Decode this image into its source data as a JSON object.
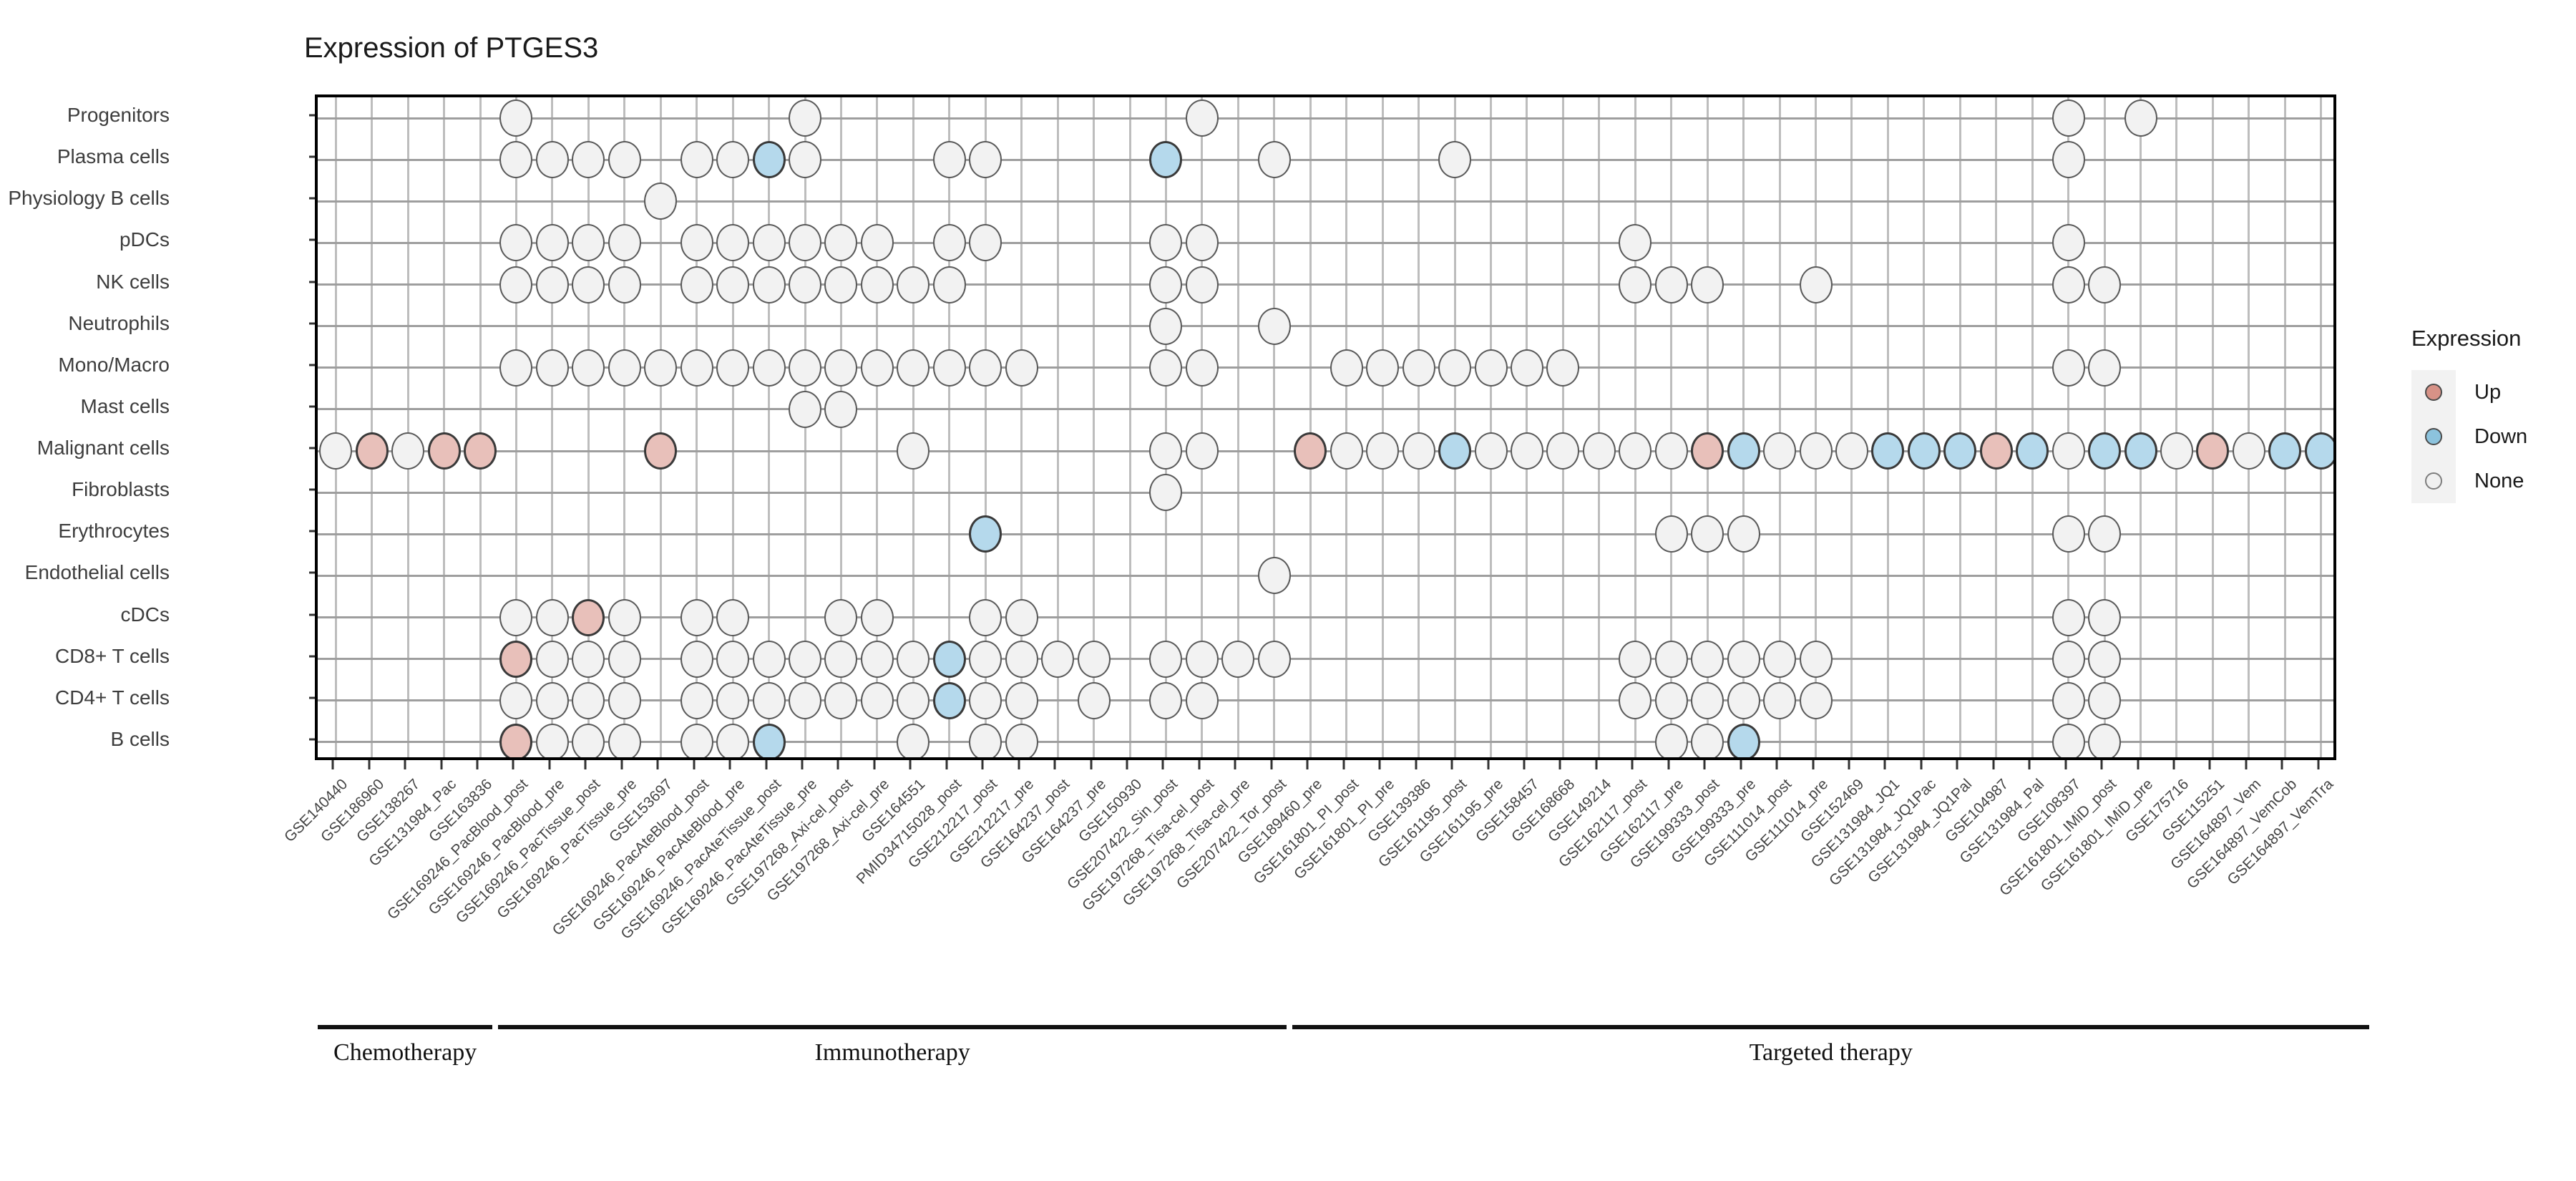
{
  "title": "Expression of PTGES3",
  "legend": {
    "title": "Expression",
    "items": [
      {
        "label": "Up",
        "color": "#d79287"
      },
      {
        "label": "Down",
        "color": "#8cc3dd"
      },
      {
        "label": "None",
        "color": "#f0f0f0"
      }
    ]
  },
  "groups": [
    {
      "label": "Chemotherapy",
      "start": 0,
      "end": 4
    },
    {
      "label": "Immunotherapy",
      "start": 5,
      "end": 26
    },
    {
      "label": "Targeted therapy",
      "start": 27,
      "end": 56
    }
  ],
  "chart_data": {
    "type": "heatmap",
    "title": "Expression of PTGES3",
    "xlabel": "",
    "ylabel": "",
    "grid": true,
    "legend_position": "right",
    "value_levels": [
      "Up",
      "Down",
      "None"
    ],
    "rows": [
      "Progenitors",
      "Plasma cells",
      "Physiology B cells",
      "pDCs",
      "NK cells",
      "Neutrophils",
      "Mono/Macro",
      "Mast cells",
      "Malignant cells",
      "Fibroblasts",
      "Erythrocytes",
      "Endothelial cells",
      "cDCs",
      "CD8+ T cells",
      "CD4+ T cells",
      "B cells"
    ],
    "columns": [
      "GSE140440",
      "GSE186960",
      "GSE138267",
      "GSE131984_Pac",
      "GSE163836",
      "GSE169246_PacBlood_post",
      "GSE169246_PacBlood_pre",
      "GSE169246_PacTissue_post",
      "GSE169246_PacTissue_pre",
      "GSE153697",
      "GSE169246_PacAteBlood_post",
      "GSE169246_PacAteBlood_pre",
      "GSE169246_PacAteTissue_post",
      "GSE169246_PacAteTissue_pre",
      "GSE197268_Axi-cel_post",
      "GSE197268_Axi-cel_pre",
      "GSE164551",
      "PMID34715028_post",
      "GSE212217_post",
      "GSE212217_pre",
      "GSE164237_post",
      "GSE164237_pre",
      "GSE150930",
      "GSE207422_Sin_post",
      "GSE197268_Tisa-cel_post",
      "GSE197268_Tisa-cel_pre",
      "GSE207422_Tor_post",
      "GSE189460_pre",
      "GSE161801_PI_post",
      "GSE161801_PI_pre",
      "GSE139386",
      "GSE161195_post",
      "GSE161195_pre",
      "GSE158457",
      "GSE168668",
      "GSE149214",
      "GSE162117_post",
      "GSE162117_pre",
      "GSE199333_post",
      "GSE199333_pre",
      "GSE111014_post",
      "GSE111014_pre",
      "GSE152469",
      "GSE131984_JQ1",
      "GSE131984_JQ1Pac",
      "GSE131984_JQ1Pal",
      "GSE104987",
      "GSE131984_Pal",
      "GSE108397",
      "GSE161801_IMiD_post",
      "GSE161801_IMiD_pre",
      "GSE175716",
      "GSE115251",
      "GSE164897_Vem",
      "GSE164897_VemCob",
      "GSE164897_VemTra"
    ],
    "cells": [
      {
        "row": 0,
        "col": 5,
        "value": "None"
      },
      {
        "row": 0,
        "col": 13,
        "value": "None"
      },
      {
        "row": 0,
        "col": 24,
        "value": "None"
      },
      {
        "row": 0,
        "col": 48,
        "value": "None"
      },
      {
        "row": 0,
        "col": 50,
        "value": "None"
      },
      {
        "row": 1,
        "col": 5,
        "value": "None"
      },
      {
        "row": 1,
        "col": 6,
        "value": "None"
      },
      {
        "row": 1,
        "col": 7,
        "value": "None"
      },
      {
        "row": 1,
        "col": 8,
        "value": "None"
      },
      {
        "row": 1,
        "col": 10,
        "value": "None"
      },
      {
        "row": 1,
        "col": 11,
        "value": "None"
      },
      {
        "row": 1,
        "col": 12,
        "value": "Down"
      },
      {
        "row": 1,
        "col": 13,
        "value": "None"
      },
      {
        "row": 1,
        "col": 17,
        "value": "None"
      },
      {
        "row": 1,
        "col": 18,
        "value": "None"
      },
      {
        "row": 1,
        "col": 23,
        "value": "Down"
      },
      {
        "row": 1,
        "col": 26,
        "value": "None"
      },
      {
        "row": 1,
        "col": 31,
        "value": "None"
      },
      {
        "row": 1,
        "col": 48,
        "value": "None"
      },
      {
        "row": 2,
        "col": 9,
        "value": "None"
      },
      {
        "row": 3,
        "col": 5,
        "value": "None"
      },
      {
        "row": 3,
        "col": 6,
        "value": "None"
      },
      {
        "row": 3,
        "col": 7,
        "value": "None"
      },
      {
        "row": 3,
        "col": 8,
        "value": "None"
      },
      {
        "row": 3,
        "col": 10,
        "value": "None"
      },
      {
        "row": 3,
        "col": 11,
        "value": "None"
      },
      {
        "row": 3,
        "col": 12,
        "value": "None"
      },
      {
        "row": 3,
        "col": 13,
        "value": "None"
      },
      {
        "row": 3,
        "col": 14,
        "value": "None"
      },
      {
        "row": 3,
        "col": 15,
        "value": "None"
      },
      {
        "row": 3,
        "col": 17,
        "value": "None"
      },
      {
        "row": 3,
        "col": 18,
        "value": "None"
      },
      {
        "row": 3,
        "col": 23,
        "value": "None"
      },
      {
        "row": 3,
        "col": 24,
        "value": "None"
      },
      {
        "row": 3,
        "col": 36,
        "value": "None"
      },
      {
        "row": 3,
        "col": 48,
        "value": "None"
      },
      {
        "row": 4,
        "col": 5,
        "value": "None"
      },
      {
        "row": 4,
        "col": 6,
        "value": "None"
      },
      {
        "row": 4,
        "col": 7,
        "value": "None"
      },
      {
        "row": 4,
        "col": 8,
        "value": "None"
      },
      {
        "row": 4,
        "col": 10,
        "value": "None"
      },
      {
        "row": 4,
        "col": 11,
        "value": "None"
      },
      {
        "row": 4,
        "col": 12,
        "value": "None"
      },
      {
        "row": 4,
        "col": 13,
        "value": "None"
      },
      {
        "row": 4,
        "col": 14,
        "value": "None"
      },
      {
        "row": 4,
        "col": 15,
        "value": "None"
      },
      {
        "row": 4,
        "col": 16,
        "value": "None"
      },
      {
        "row": 4,
        "col": 17,
        "value": "None"
      },
      {
        "row": 4,
        "col": 23,
        "value": "None"
      },
      {
        "row": 4,
        "col": 24,
        "value": "None"
      },
      {
        "row": 4,
        "col": 36,
        "value": "None"
      },
      {
        "row": 4,
        "col": 37,
        "value": "None"
      },
      {
        "row": 4,
        "col": 38,
        "value": "None"
      },
      {
        "row": 4,
        "col": 41,
        "value": "None"
      },
      {
        "row": 4,
        "col": 48,
        "value": "None"
      },
      {
        "row": 4,
        "col": 49,
        "value": "None"
      },
      {
        "row": 5,
        "col": 23,
        "value": "None"
      },
      {
        "row": 5,
        "col": 26,
        "value": "None"
      },
      {
        "row": 6,
        "col": 5,
        "value": "None"
      },
      {
        "row": 6,
        "col": 6,
        "value": "None"
      },
      {
        "row": 6,
        "col": 7,
        "value": "None"
      },
      {
        "row": 6,
        "col": 8,
        "value": "None"
      },
      {
        "row": 6,
        "col": 9,
        "value": "None"
      },
      {
        "row": 6,
        "col": 10,
        "value": "None"
      },
      {
        "row": 6,
        "col": 11,
        "value": "None"
      },
      {
        "row": 6,
        "col": 12,
        "value": "None"
      },
      {
        "row": 6,
        "col": 13,
        "value": "None"
      },
      {
        "row": 6,
        "col": 14,
        "value": "None"
      },
      {
        "row": 6,
        "col": 15,
        "value": "None"
      },
      {
        "row": 6,
        "col": 16,
        "value": "None"
      },
      {
        "row": 6,
        "col": 17,
        "value": "None"
      },
      {
        "row": 6,
        "col": 18,
        "value": "None"
      },
      {
        "row": 6,
        "col": 19,
        "value": "None"
      },
      {
        "row": 6,
        "col": 23,
        "value": "None"
      },
      {
        "row": 6,
        "col": 24,
        "value": "None"
      },
      {
        "row": 6,
        "col": 28,
        "value": "None"
      },
      {
        "row": 6,
        "col": 29,
        "value": "None"
      },
      {
        "row": 6,
        "col": 30,
        "value": "None"
      },
      {
        "row": 6,
        "col": 31,
        "value": "None"
      },
      {
        "row": 6,
        "col": 32,
        "value": "None"
      },
      {
        "row": 6,
        "col": 33,
        "value": "None"
      },
      {
        "row": 6,
        "col": 34,
        "value": "None"
      },
      {
        "row": 6,
        "col": 48,
        "value": "None"
      },
      {
        "row": 6,
        "col": 49,
        "value": "None"
      },
      {
        "row": 7,
        "col": 13,
        "value": "None"
      },
      {
        "row": 7,
        "col": 14,
        "value": "None"
      },
      {
        "row": 8,
        "col": 0,
        "value": "None"
      },
      {
        "row": 8,
        "col": 1,
        "value": "Up"
      },
      {
        "row": 8,
        "col": 2,
        "value": "None"
      },
      {
        "row": 8,
        "col": 3,
        "value": "Up"
      },
      {
        "row": 8,
        "col": 4,
        "value": "Up"
      },
      {
        "row": 8,
        "col": 9,
        "value": "Up"
      },
      {
        "row": 8,
        "col": 16,
        "value": "None"
      },
      {
        "row": 8,
        "col": 23,
        "value": "None"
      },
      {
        "row": 8,
        "col": 24,
        "value": "None"
      },
      {
        "row": 8,
        "col": 27,
        "value": "Up"
      },
      {
        "row": 8,
        "col": 28,
        "value": "None"
      },
      {
        "row": 8,
        "col": 29,
        "value": "None"
      },
      {
        "row": 8,
        "col": 30,
        "value": "None"
      },
      {
        "row": 8,
        "col": 31,
        "value": "Down"
      },
      {
        "row": 8,
        "col": 32,
        "value": "None"
      },
      {
        "row": 8,
        "col": 33,
        "value": "None"
      },
      {
        "row": 8,
        "col": 34,
        "value": "None"
      },
      {
        "row": 8,
        "col": 35,
        "value": "None"
      },
      {
        "row": 8,
        "col": 36,
        "value": "None"
      },
      {
        "row": 8,
        "col": 37,
        "value": "None"
      },
      {
        "row": 8,
        "col": 38,
        "value": "Up"
      },
      {
        "row": 8,
        "col": 39,
        "value": "Down"
      },
      {
        "row": 8,
        "col": 40,
        "value": "None"
      },
      {
        "row": 8,
        "col": 41,
        "value": "None"
      },
      {
        "row": 8,
        "col": 42,
        "value": "None"
      },
      {
        "row": 8,
        "col": 43,
        "value": "Down"
      },
      {
        "row": 8,
        "col": 44,
        "value": "Down"
      },
      {
        "row": 8,
        "col": 45,
        "value": "Down"
      },
      {
        "row": 8,
        "col": 46,
        "value": "Up"
      },
      {
        "row": 8,
        "col": 47,
        "value": "Down"
      },
      {
        "row": 8,
        "col": 48,
        "value": "None"
      },
      {
        "row": 8,
        "col": 49,
        "value": "Down"
      },
      {
        "row": 8,
        "col": 50,
        "value": "Down"
      },
      {
        "row": 8,
        "col": 51,
        "value": "None"
      },
      {
        "row": 8,
        "col": 52,
        "value": "Up"
      },
      {
        "row": 8,
        "col": 53,
        "value": "None"
      },
      {
        "row": 8,
        "col": 54,
        "value": "Down"
      },
      {
        "row": 8,
        "col": 55,
        "value": "Down"
      },
      {
        "row": 9,
        "col": 23,
        "value": "None"
      },
      {
        "row": 10,
        "col": 18,
        "value": "Down"
      },
      {
        "row": 10,
        "col": 37,
        "value": "None"
      },
      {
        "row": 10,
        "col": 38,
        "value": "None"
      },
      {
        "row": 10,
        "col": 39,
        "value": "None"
      },
      {
        "row": 10,
        "col": 48,
        "value": "None"
      },
      {
        "row": 10,
        "col": 49,
        "value": "None"
      },
      {
        "row": 11,
        "col": 26,
        "value": "None"
      },
      {
        "row": 12,
        "col": 5,
        "value": "None"
      },
      {
        "row": 12,
        "col": 6,
        "value": "None"
      },
      {
        "row": 12,
        "col": 7,
        "value": "Up"
      },
      {
        "row": 12,
        "col": 8,
        "value": "None"
      },
      {
        "row": 12,
        "col": 10,
        "value": "None"
      },
      {
        "row": 12,
        "col": 11,
        "value": "None"
      },
      {
        "row": 12,
        "col": 14,
        "value": "None"
      },
      {
        "row": 12,
        "col": 15,
        "value": "None"
      },
      {
        "row": 12,
        "col": 18,
        "value": "None"
      },
      {
        "row": 12,
        "col": 19,
        "value": "None"
      },
      {
        "row": 12,
        "col": 48,
        "value": "None"
      },
      {
        "row": 12,
        "col": 49,
        "value": "None"
      },
      {
        "row": 13,
        "col": 5,
        "value": "Up"
      },
      {
        "row": 13,
        "col": 6,
        "value": "None"
      },
      {
        "row": 13,
        "col": 7,
        "value": "None"
      },
      {
        "row": 13,
        "col": 8,
        "value": "None"
      },
      {
        "row": 13,
        "col": 10,
        "value": "None"
      },
      {
        "row": 13,
        "col": 11,
        "value": "None"
      },
      {
        "row": 13,
        "col": 12,
        "value": "None"
      },
      {
        "row": 13,
        "col": 13,
        "value": "None"
      },
      {
        "row": 13,
        "col": 14,
        "value": "None"
      },
      {
        "row": 13,
        "col": 15,
        "value": "None"
      },
      {
        "row": 13,
        "col": 16,
        "value": "None"
      },
      {
        "row": 13,
        "col": 17,
        "value": "Down"
      },
      {
        "row": 13,
        "col": 18,
        "value": "None"
      },
      {
        "row": 13,
        "col": 19,
        "value": "None"
      },
      {
        "row": 13,
        "col": 20,
        "value": "None"
      },
      {
        "row": 13,
        "col": 21,
        "value": "None"
      },
      {
        "row": 13,
        "col": 23,
        "value": "None"
      },
      {
        "row": 13,
        "col": 24,
        "value": "None"
      },
      {
        "row": 13,
        "col": 25,
        "value": "None"
      },
      {
        "row": 13,
        "col": 26,
        "value": "None"
      },
      {
        "row": 13,
        "col": 36,
        "value": "None"
      },
      {
        "row": 13,
        "col": 37,
        "value": "None"
      },
      {
        "row": 13,
        "col": 38,
        "value": "None"
      },
      {
        "row": 13,
        "col": 39,
        "value": "None"
      },
      {
        "row": 13,
        "col": 40,
        "value": "None"
      },
      {
        "row": 13,
        "col": 41,
        "value": "None"
      },
      {
        "row": 13,
        "col": 48,
        "value": "None"
      },
      {
        "row": 13,
        "col": 49,
        "value": "None"
      },
      {
        "row": 14,
        "col": 5,
        "value": "None"
      },
      {
        "row": 14,
        "col": 6,
        "value": "None"
      },
      {
        "row": 14,
        "col": 7,
        "value": "None"
      },
      {
        "row": 14,
        "col": 8,
        "value": "None"
      },
      {
        "row": 14,
        "col": 10,
        "value": "None"
      },
      {
        "row": 14,
        "col": 11,
        "value": "None"
      },
      {
        "row": 14,
        "col": 12,
        "value": "None"
      },
      {
        "row": 14,
        "col": 13,
        "value": "None"
      },
      {
        "row": 14,
        "col": 14,
        "value": "None"
      },
      {
        "row": 14,
        "col": 15,
        "value": "None"
      },
      {
        "row": 14,
        "col": 16,
        "value": "None"
      },
      {
        "row": 14,
        "col": 17,
        "value": "Down"
      },
      {
        "row": 14,
        "col": 18,
        "value": "None"
      },
      {
        "row": 14,
        "col": 19,
        "value": "None"
      },
      {
        "row": 14,
        "col": 21,
        "value": "None"
      },
      {
        "row": 14,
        "col": 23,
        "value": "None"
      },
      {
        "row": 14,
        "col": 24,
        "value": "None"
      },
      {
        "row": 14,
        "col": 36,
        "value": "None"
      },
      {
        "row": 14,
        "col": 37,
        "value": "None"
      },
      {
        "row": 14,
        "col": 38,
        "value": "None"
      },
      {
        "row": 14,
        "col": 39,
        "value": "None"
      },
      {
        "row": 14,
        "col": 40,
        "value": "None"
      },
      {
        "row": 14,
        "col": 41,
        "value": "None"
      },
      {
        "row": 14,
        "col": 48,
        "value": "None"
      },
      {
        "row": 14,
        "col": 49,
        "value": "None"
      },
      {
        "row": 15,
        "col": 5,
        "value": "Up"
      },
      {
        "row": 15,
        "col": 6,
        "value": "None"
      },
      {
        "row": 15,
        "col": 7,
        "value": "None"
      },
      {
        "row": 15,
        "col": 8,
        "value": "None"
      },
      {
        "row": 15,
        "col": 10,
        "value": "None"
      },
      {
        "row": 15,
        "col": 11,
        "value": "None"
      },
      {
        "row": 15,
        "col": 12,
        "value": "Down"
      },
      {
        "row": 15,
        "col": 16,
        "value": "None"
      },
      {
        "row": 15,
        "col": 18,
        "value": "None"
      },
      {
        "row": 15,
        "col": 19,
        "value": "None"
      },
      {
        "row": 15,
        "col": 37,
        "value": "None"
      },
      {
        "row": 15,
        "col": 38,
        "value": "None"
      },
      {
        "row": 15,
        "col": 39,
        "value": "Down"
      },
      {
        "row": 15,
        "col": 48,
        "value": "None"
      },
      {
        "row": 15,
        "col": 49,
        "value": "None"
      }
    ]
  }
}
